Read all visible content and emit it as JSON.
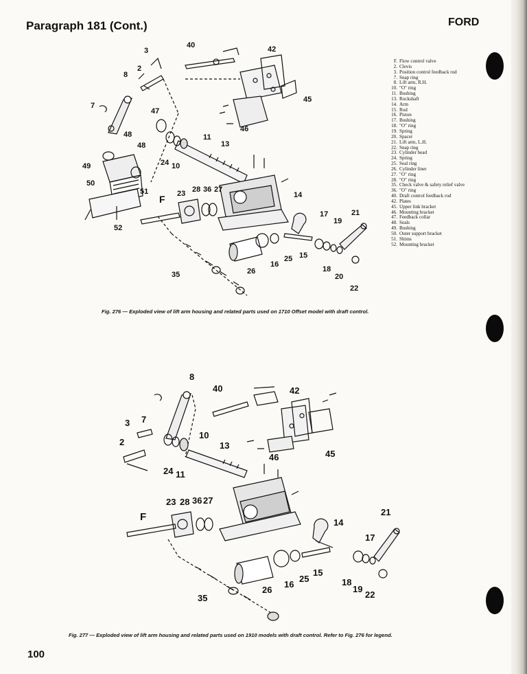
{
  "header": {
    "left": "Paragraph 181 (Cont.)",
    "right": "FORD"
  },
  "fig276": {
    "caption": "Fig. 276 — Exploded view of lift arm housing and related parts used on 1710 Offset model with draft control.",
    "callouts": [
      "40",
      "3",
      "42",
      "2",
      "8",
      "7",
      "47",
      "11",
      "45",
      "46",
      "48",
      "13",
      "48",
      "24",
      "10",
      "49",
      "50",
      "51",
      "23",
      "28",
      "36",
      "27",
      "14",
      "F",
      "52",
      "17",
      "19",
      "21",
      "26",
      "16",
      "25",
      "15",
      "18",
      "20",
      "35",
      "22"
    ]
  },
  "legend": [
    {
      "num": "F.",
      "text": "Flow control valve"
    },
    {
      "num": "2.",
      "text": "Clevis"
    },
    {
      "num": "3.",
      "text": "Position control feedback rod"
    },
    {
      "num": "7.",
      "text": "Snap ring"
    },
    {
      "num": "8.",
      "text": "Lift arm, R.H."
    },
    {
      "num": "10.",
      "text": "\"O\" ring"
    },
    {
      "num": "11.",
      "text": "Bushing"
    },
    {
      "num": "13.",
      "text": "Rockshaft"
    },
    {
      "num": "14.",
      "text": "Arm"
    },
    {
      "num": "15.",
      "text": "Rod"
    },
    {
      "num": "16.",
      "text": "Piston"
    },
    {
      "num": "17.",
      "text": "Bushing"
    },
    {
      "num": "18.",
      "text": "\"O\" ring"
    },
    {
      "num": "19.",
      "text": "Spring"
    },
    {
      "num": "20.",
      "text": "Spacer"
    },
    {
      "num": "21.",
      "text": "Lift arm, L.H."
    },
    {
      "num": "22.",
      "text": "Snap ring"
    },
    {
      "num": "23.",
      "text": "Cylinder head"
    },
    {
      "num": "24.",
      "text": "Spring"
    },
    {
      "num": "25.",
      "text": "Seal ring"
    },
    {
      "num": "26.",
      "text": "Cylinder liner"
    },
    {
      "num": "27.",
      "text": "\"O\" ring"
    },
    {
      "num": "28.",
      "text": "\"O\" ring"
    },
    {
      "num": "35.",
      "text": "Check valve & safety relief valve"
    },
    {
      "num": "36.",
      "text": "\"O\" ring"
    },
    {
      "num": "40.",
      "text": "Draft control feedback rod"
    },
    {
      "num": "42.",
      "text": "Plates"
    },
    {
      "num": "45.",
      "text": "Upper link bracket"
    },
    {
      "num": "46.",
      "text": "Mounting bracket"
    },
    {
      "num": "47.",
      "text": "Feedback collar"
    },
    {
      "num": "48.",
      "text": "Seals"
    },
    {
      "num": "49.",
      "text": "Bushing"
    },
    {
      "num": "50.",
      "text": "Outer support bracket"
    },
    {
      "num": "51.",
      "text": "Shims"
    },
    {
      "num": "52.",
      "text": "Mounting bracket"
    }
  ],
  "fig277": {
    "caption": "Fig. 277 — Exploded view of lift arm housing and related parts used on 1910 models with draft control. Refer to Fig. 276 for legend.",
    "callouts": [
      "8",
      "40",
      "42",
      "3",
      "7",
      "10",
      "2",
      "13",
      "46",
      "45",
      "24",
      "11",
      "23",
      "28",
      "36",
      "27",
      "21",
      "F",
      "14",
      "17",
      "16",
      "25",
      "15",
      "18",
      "19",
      "22",
      "26",
      "35"
    ]
  },
  "page_number": "100"
}
